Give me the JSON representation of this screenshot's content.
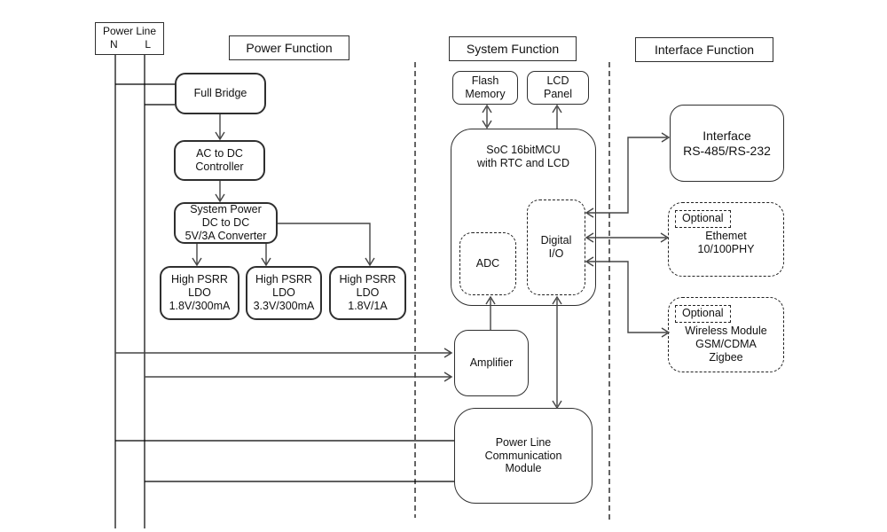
{
  "diagram": {
    "power_line": {
      "title": "Power Line",
      "n_label": "N",
      "l_label": "L"
    },
    "sections": {
      "power": "Power Function",
      "system": "System Function",
      "interface": "Interface Function"
    },
    "power_blocks": {
      "full_bridge": "Full Bridge",
      "ac_dc_controller": "AC to DC\nController",
      "system_power": "System Power\nDC to DC\n5V/3A Converter",
      "ldo_1": "High PSRR\nLDO\n1.8V/300mA",
      "ldo_2": "High PSRR\nLDO\n3.3V/300mA",
      "ldo_3": "High PSRR\nLDO\n1.8V/1A"
    },
    "system_blocks": {
      "flash_memory": "Flash\nMemory",
      "lcd_panel": "LCD\nPanel",
      "soc": "SoC 16bitMCU\nwith RTC and LCD",
      "adc": "ADC",
      "digital_io": "Digital\nI/O",
      "amplifier": "Amplifier",
      "plc_module": "Power Line\nCommunication\nModule"
    },
    "interface_blocks": {
      "rs_interface": "Interface\nRS-485/RS-232",
      "optional_label": "Optional",
      "ethernet": "Ethemet\n10/100PHY",
      "wireless": "Wireless Module\nGSM/CDMA\nZigbee"
    },
    "colors": {
      "line": "#000000",
      "arrow": "#454545",
      "border": "#2f2f2f"
    }
  }
}
